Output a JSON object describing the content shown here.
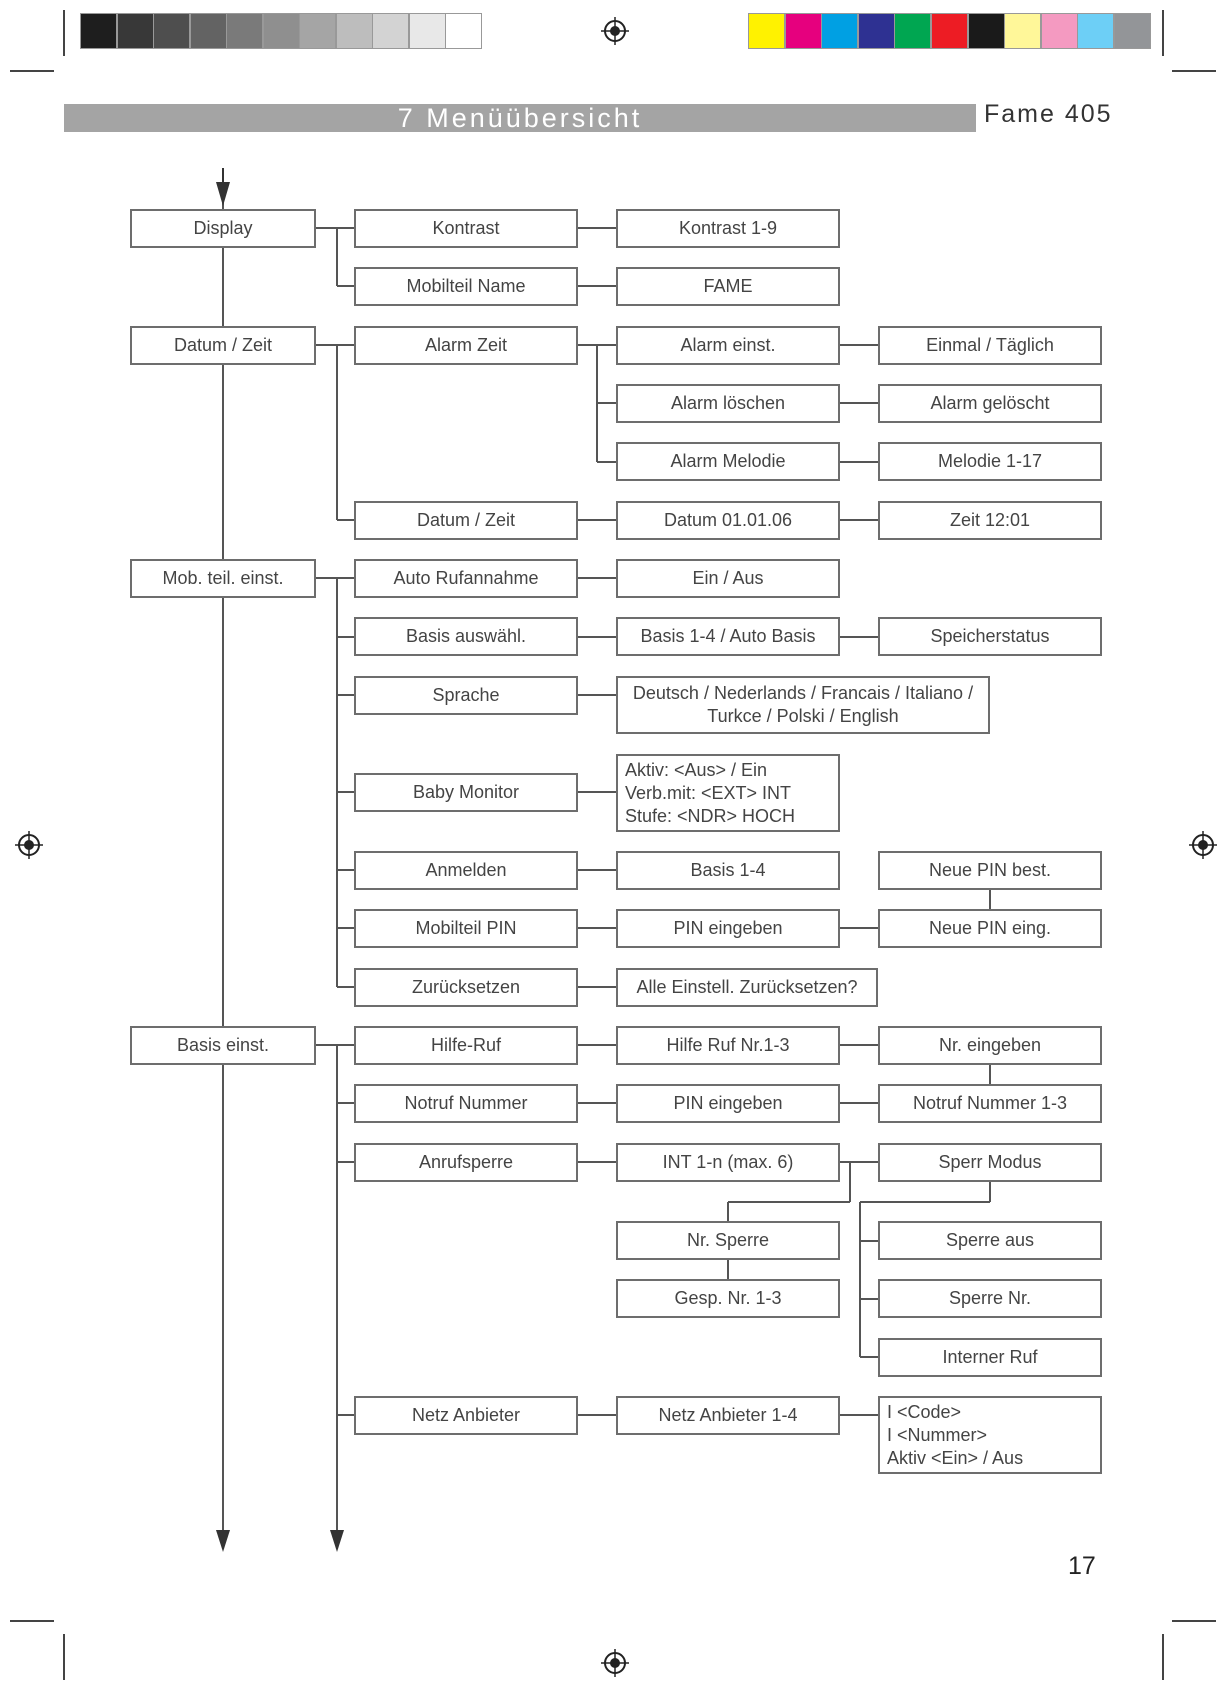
{
  "header": {
    "title": "7  Menüübersicht",
    "model": "Fame 405"
  },
  "page_number": "17",
  "color_bar": {
    "grays": [
      "#1e1e1e",
      "#383838",
      "#4e4e4e",
      "#636363",
      "#7a7a7a",
      "#8f8f8f",
      "#a5a5a5",
      "#bdbdbd",
      "#d3d3d3",
      "#e8e8e8",
      "#ffffff"
    ],
    "colors": [
      "#fff200",
      "#e6007e",
      "#00a0e3",
      "#2e3192",
      "#00a651",
      "#ed1c24",
      "#1a1a1a",
      "#fff799",
      "#f49ac1",
      "#6dcff6",
      "#939598"
    ]
  },
  "menu": {
    "display": {
      "label": "Display",
      "kontrast": "Kontrast",
      "kontrast_value": "Kontrast 1-9",
      "mobilteil_name": "Mobilteil Name",
      "mobilteil_name_value": "FAME"
    },
    "datum_zeit": {
      "label": "Datum / Zeit",
      "alarm_zeit": "Alarm Zeit",
      "alarm_einst": "Alarm einst.",
      "alarm_einst_value": "Einmal / Täglich",
      "alarm_loeschen": "Alarm löschen",
      "alarm_loeschen_value": "Alarm gelöscht",
      "alarm_melodie": "Alarm Melodie",
      "alarm_melodie_value": "Melodie 1-17",
      "datum_zeit": "Datum / Zeit",
      "datum_value": "Datum 01.01.06",
      "zeit_value": "Zeit  12:01"
    },
    "mob_teil": {
      "label": "Mob. teil. einst.",
      "auto_rufannahme": "Auto Rufannahme",
      "auto_rufannahme_value": "Ein / Aus",
      "basis_auswaehl": "Basis auswähl.",
      "basis_auswaehl_value": "Basis 1-4 / Auto Basis",
      "speicherstatus": "Speicherstatus",
      "sprache": "Sprache",
      "sprache_value": [
        "Deutsch / Nederlands / Francais / Italiano /",
        "Turkce / Polski / English"
      ],
      "baby_monitor": "Baby Monitor",
      "baby_monitor_value": [
        "Aktiv:  <Aus> / Ein",
        "Verb.mit: <EXT>  INT",
        "Stufe: <NDR>  HOCH"
      ],
      "anmelden": "Anmelden",
      "anmelden_value": "Basis 1-4",
      "neue_pin_best": "Neue PIN best.",
      "mobilteil_pin": "Mobilteil PIN",
      "mobilteil_pin_value": "PIN eingeben",
      "neue_pin_eing": "Neue PIN eing.",
      "zuruecksetzen": "Zurücksetzen",
      "zuruecksetzen_value": "Alle Einstell. Zurücksetzen?"
    },
    "basis": {
      "label": "Basis einst.",
      "hilfe_ruf": "Hilfe-Ruf",
      "hilfe_ruf_value": "Hilfe Ruf Nr.1-3",
      "nr_eingeben": "Nr. eingeben",
      "notruf_nummer": "Notruf Nummer",
      "notruf_pin": "PIN eingeben",
      "notruf_nummer_value": "Notruf Nummer 1-3",
      "anrufsperre": "Anrufsperre",
      "anrufsperre_value": "INT 1-n (max. 6)",
      "sperr_modus": "Sperr Modus",
      "nr_sperre": "Nr. Sperre",
      "gesp_nr": "Gesp. Nr. 1-3",
      "sperre_aus": "Sperre aus",
      "sperre_nr": "Sperre Nr.",
      "interner_ruf": "Interner Ruf",
      "netz_anbieter": "Netz Anbieter",
      "netz_anbieter_value": "Netz Anbieter 1-4",
      "netz_anbieter_detail": [
        "I <Code>",
        "I <Nummer>",
        "Aktiv <Ein>  / Aus"
      ]
    }
  }
}
